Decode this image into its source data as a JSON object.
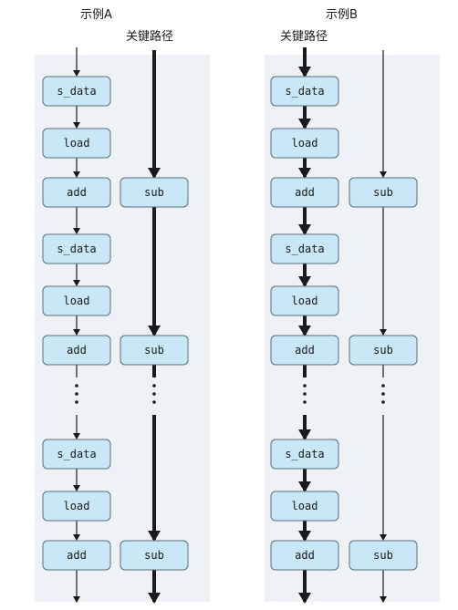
{
  "example_a": {
    "title": "示例A",
    "critical_path_label": "关键路径",
    "left_column": [
      "s_data",
      "load",
      "add",
      "s_data",
      "load",
      "add",
      "s_data",
      "load",
      "add"
    ],
    "right_column": [
      "sub",
      "sub",
      "sub"
    ]
  },
  "example_b": {
    "title": "示例B",
    "critical_path_label": "关键路径",
    "left_column": [
      "s_data",
      "load",
      "add",
      "s_data",
      "load",
      "add",
      "s_data",
      "load",
      "add"
    ],
    "right_column": [
      "sub",
      "sub",
      "sub"
    ]
  },
  "colors": {
    "node_fill": "#c8e8f7",
    "node_stroke": "#5a6e78",
    "panel_background": "#eef2f6",
    "line": "#1a1a1a"
  }
}
